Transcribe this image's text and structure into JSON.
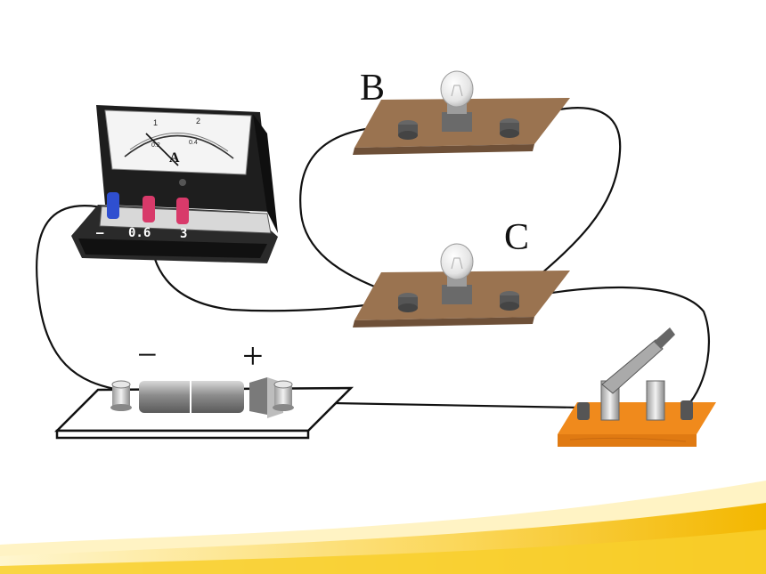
{
  "labels": {
    "bulb_b": "B",
    "bulb_c": "C",
    "ammeter_unit": "A",
    "battery_minus": "−",
    "battery_plus": "+"
  },
  "ammeter": {
    "terminals": [
      "—",
      "0.6",
      "3"
    ],
    "scale_top": [
      "1",
      "2"
    ],
    "scale_bottom": [
      "0.2",
      "0.4"
    ]
  },
  "colors": {
    "board_wood": "#9a7350",
    "switch_base": "#f08a1c",
    "meter_body": "#1e1e1e",
    "terminal_blue": "#2f4fd0",
    "terminal_red": "#d83a6a",
    "wave_gold": "#f6c21a"
  }
}
